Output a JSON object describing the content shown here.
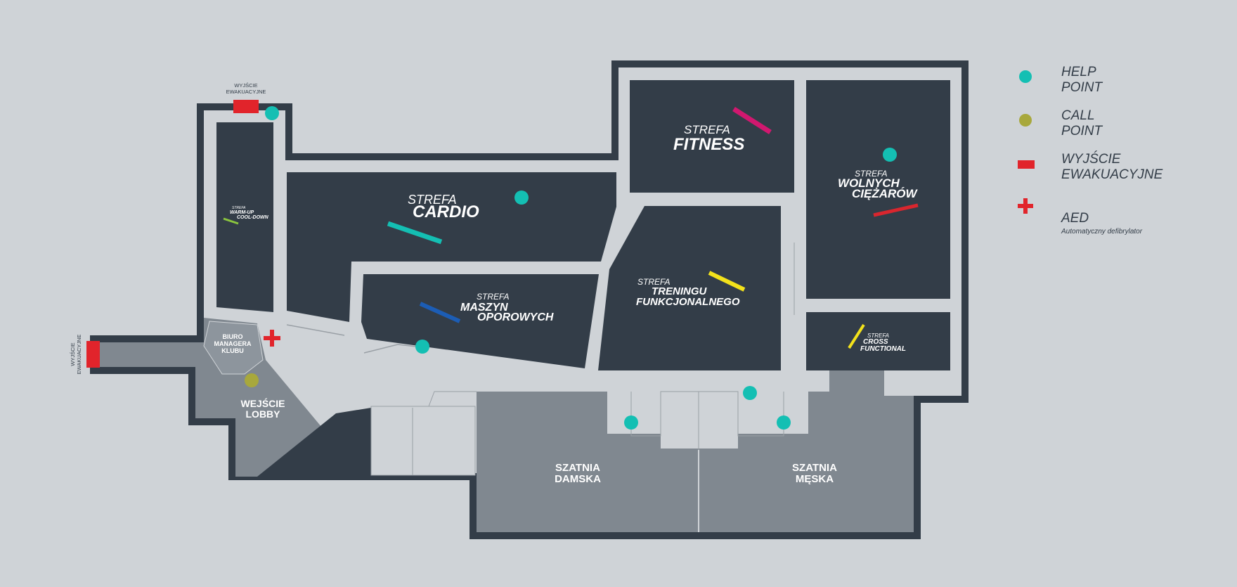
{
  "colors": {
    "background": "#cfd3d7",
    "wall": "#333d48",
    "zone": "#333d48",
    "corridor": "#cfd3d7",
    "room": "#808890",
    "help_point": "#14bfb3",
    "call_point": "#a8a83c",
    "exit": "#e1242b",
    "aed": "#e1242b"
  },
  "zones": {
    "cardio": {
      "prefix": "STREFA",
      "name": "CARDIO",
      "accent": "#14bfb3"
    },
    "fitness": {
      "prefix": "STREFA",
      "name": "FITNESS",
      "accent": "#d1186f"
    },
    "wolnych": {
      "prefix": "STREFA",
      "line1": "WOLNYCH",
      "line2": "CIĘŻARÓW",
      "accent": "#d9262e"
    },
    "warmup": {
      "prefix": "STREFA",
      "line1": "WARM-UP",
      "line2": "COOL-DOWN",
      "accent": "#8bc53f"
    },
    "maszyn": {
      "prefix": "STREFA",
      "line1": "MASZYN",
      "line2": "OPOROWYCH",
      "accent": "#1c5db5"
    },
    "treningu": {
      "prefix": "STREFA",
      "line1": "TRENINGU",
      "line2": "FUNKCJONALNEGO",
      "accent": "#f3e21b"
    },
    "cross": {
      "prefix": "STREFA",
      "line1": "CROSS",
      "line2": "FUNCTIONAL",
      "accent": "#f3e21b"
    }
  },
  "rooms": {
    "biuro": {
      "line1": "BIURO",
      "line2": "MANAGERA",
      "line3": "KLUBU"
    },
    "lobby": {
      "line1": "WEJŚCIE",
      "line2": "LOBBY"
    },
    "damska": {
      "line1": "SZATNIA",
      "line2": "DAMSKA"
    },
    "meska": {
      "line1": "SZATNIA",
      "line2": "MĘSKA"
    }
  },
  "exits": {
    "top": {
      "line1": "WYJŚCIE",
      "line2": "EWAKUACYJNE"
    },
    "left": {
      "line1": "WYJŚCIE",
      "line2": "EWAKUACYJNE"
    }
  },
  "legend": [
    {
      "icon": "help-point-icon",
      "label": "HELP\nPOINT",
      "color": "#14bfb3",
      "shape": "dot"
    },
    {
      "icon": "call-point-icon",
      "label": "CALL\nPOINT",
      "color": "#a8a83c",
      "shape": "dot"
    },
    {
      "icon": "exit-icon",
      "label": "WYJŚCIE\nEWAKUACYJNE",
      "color": "#e1242b",
      "shape": "rect"
    },
    {
      "icon": "aed-icon",
      "label": "AED",
      "sublabel": "Automatyczny defibrylator",
      "color": "#e1242b",
      "shape": "cross"
    }
  ]
}
